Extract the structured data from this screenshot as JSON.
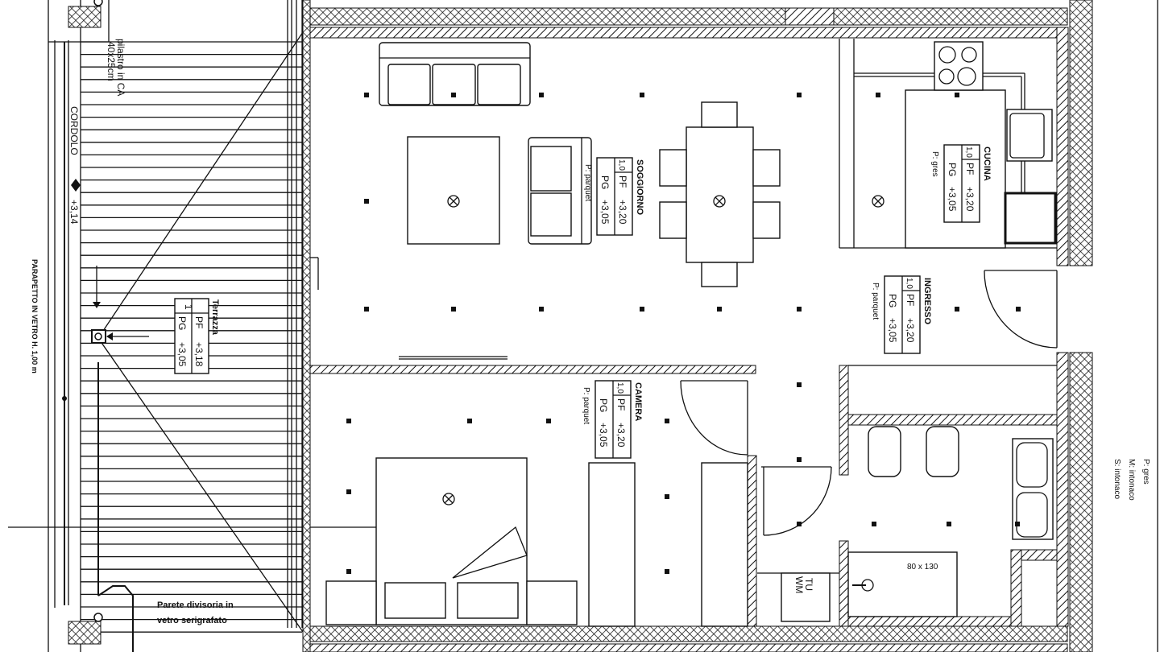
{
  "drawing": {
    "colors": {
      "ink": "#111111",
      "paper": "#ffffff"
    },
    "terrace": {
      "column_note_1": "pilastro in CA",
      "column_note_2": "40x25cm",
      "curb": "CORDOLO",
      "curb_level": "+3,14",
      "parapet": "PARAPETTO IN VETRO H. 1,00 m",
      "partition_1": "Parete divisoria in",
      "partition_2": "vetro serigrafato",
      "tag": {
        "name": "Terrazza",
        "index": "1",
        "pf": "PF",
        "pf_val": "+3,18",
        "pg": "PG",
        "pg_val": "+3,05"
      }
    },
    "rooms": [
      {
        "name": "SOGGIORNO",
        "index": "1,0",
        "pf": "PF",
        "pf_val": "+3,20",
        "pg": "PG",
        "pg_val": "+3,05",
        "floor": "P: parquet"
      },
      {
        "name": "CUCINA",
        "index": "1,0",
        "pf": "PF",
        "pf_val": "+3,20",
        "pg": "PG",
        "pg_val": "+3,05",
        "floor": "P: gres"
      },
      {
        "name": "INGRESSO",
        "index": "1,0",
        "pf": "PF",
        "pf_val": "+3,20",
        "pg": "PG",
        "pg_val": "+3,05",
        "floor": "P: parquet"
      },
      {
        "name": "CAMERA",
        "index": "1,0",
        "pf": "PF",
        "pf_val": "+3,20",
        "pg": "PG",
        "pg_val": "+3,05",
        "floor": "P: parquet"
      }
    ],
    "shower_size": "80 x 130",
    "laundry": {
      "line1": "TU",
      "line2": "WM"
    },
    "finishes": {
      "floor": "P: gres",
      "walls": "M: intonaco",
      "ceiling": "S: intonaco"
    },
    "icons": [
      "ceiling-light-icon",
      "socket-icon",
      "level-marker-icon",
      "stove-icon",
      "sink-icon",
      "toilet-icon",
      "bidet-icon",
      "washbasin-icon",
      "door-swing-icon"
    ]
  }
}
